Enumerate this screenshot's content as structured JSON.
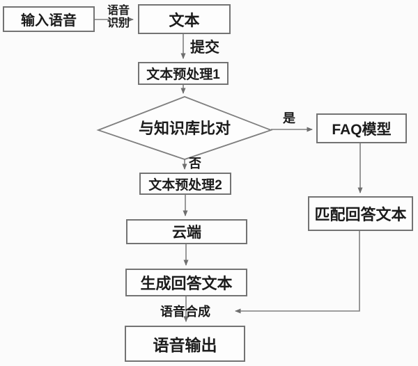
{
  "diagram": {
    "title": "speech-qa-flowchart",
    "nodes": {
      "input_speech": "输入语音",
      "text": "文本",
      "preprocess1": "文本预处理1",
      "compare": "与知识库比对",
      "faq_model": "FAQ模型",
      "preprocess2": "文本预处理2",
      "cloud": "云端",
      "generate_answer": "生成回答文本",
      "match_answer": "匹配回答文本",
      "speech_output": "语音输出"
    },
    "edge_labels": {
      "speech_recognition_line1": "语音",
      "speech_recognition_line2": "识别",
      "submit": "提交",
      "yes": "是",
      "no": "否",
      "speech_synthesis": "语音合成"
    },
    "colors": {
      "line": "#7f7f7f",
      "box_border": "#737373",
      "text": "#1b1b1b",
      "background": "#fbfbfb"
    }
  }
}
